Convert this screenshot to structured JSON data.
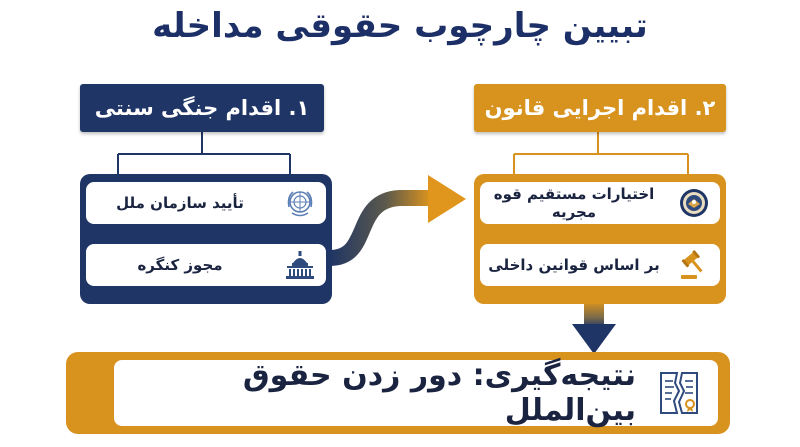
{
  "title": "تبیین چارچوب حقوقی مداخله",
  "left_column": {
    "header": "۱. اقدام جنگی سنتی",
    "items": [
      {
        "label": "تأیید سازمان ملل",
        "icon": "un-emblem-icon"
      },
      {
        "label": "مجوز کنگره",
        "icon": "capitol-building-icon"
      }
    ]
  },
  "right_column": {
    "header": "۲. اقدام اجرایی قانون",
    "items": [
      {
        "label": "اختیارات مستقیم قوه مجریه",
        "icon": "presidential-seal-icon"
      },
      {
        "label": "بر اساس قوانین داخلی",
        "icon": "gavel-icon"
      }
    ]
  },
  "conclusion": {
    "label": "نتیجه‌گیری: دور زدن حقوق بین‌الملل",
    "icon": "torn-document-icon"
  },
  "colors": {
    "navy": "#1f3565",
    "gold": "#d8921e",
    "title": "#1c2f66"
  }
}
